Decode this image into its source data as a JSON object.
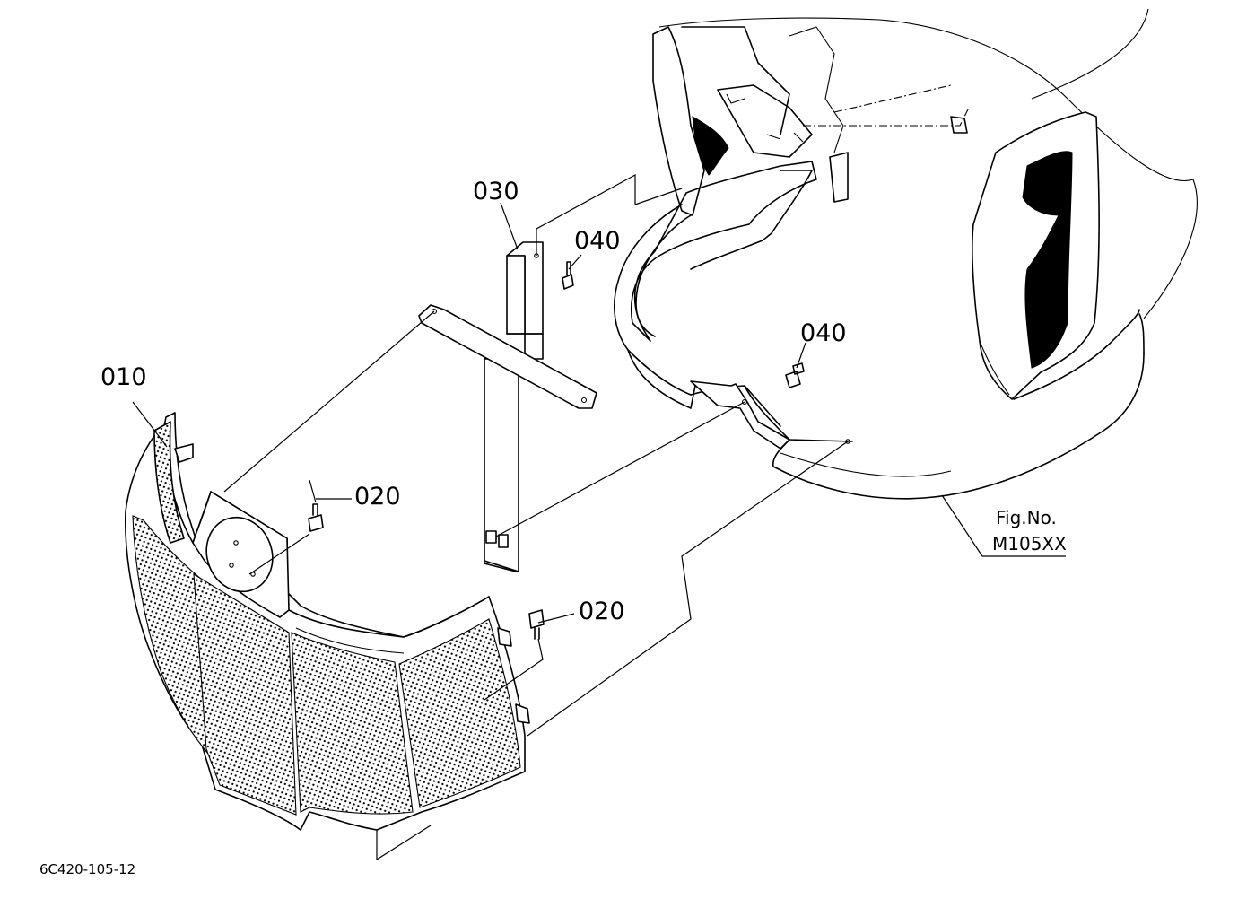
{
  "callouts": [
    {
      "id": "010",
      "label": "010"
    },
    {
      "id": "020a",
      "label": "020"
    },
    {
      "id": "020b",
      "label": "020"
    },
    {
      "id": "030",
      "label": "030"
    },
    {
      "id": "040a",
      "label": "040"
    },
    {
      "id": "040b",
      "label": "040"
    }
  ],
  "figure_ref": {
    "line1": "Fig.No.",
    "line2": "M105XX"
  },
  "drawing_code": "6C420-105-12",
  "colors": {
    "ink": "#000000",
    "paper": "#ffffff"
  }
}
